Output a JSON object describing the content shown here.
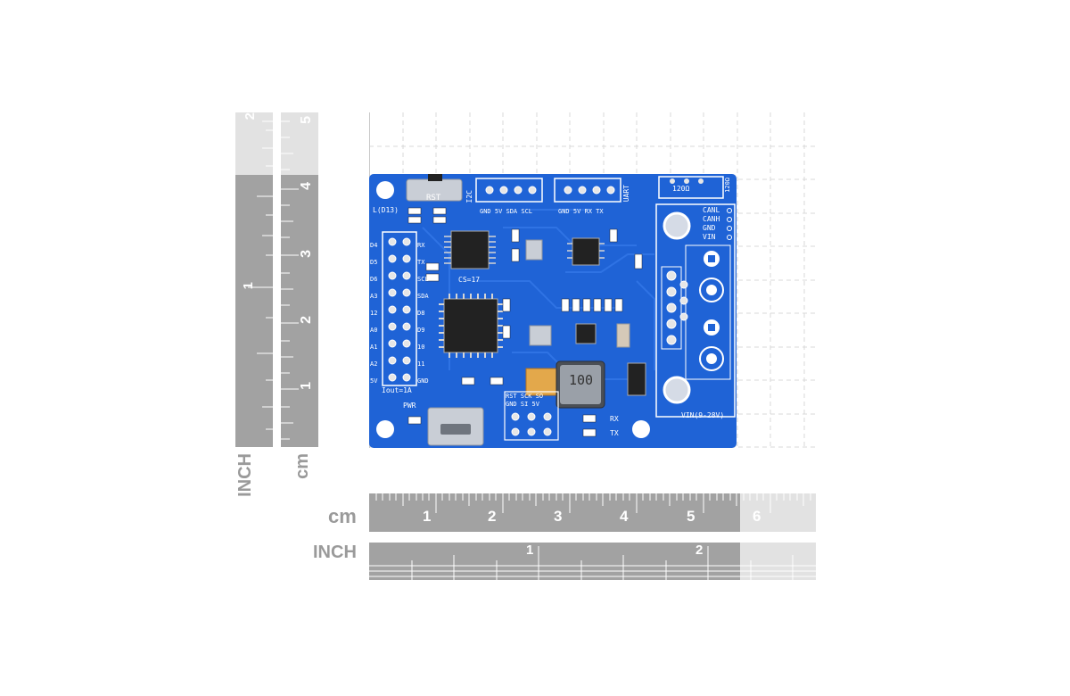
{
  "rulers": {
    "left_inch_unit": "INCH",
    "left_cm_unit": "cm",
    "bottom_cm_unit": "cm",
    "bottom_inch_unit": "INCH",
    "left_inch_ticks": [
      "1",
      "2"
    ],
    "left_cm_ticks": [
      "1",
      "2",
      "3",
      "4",
      "5"
    ],
    "bottom_cm_ticks": [
      "1",
      "2",
      "3",
      "4",
      "5",
      "6"
    ],
    "bottom_inch_ticks": [
      "1",
      "2"
    ]
  },
  "board": {
    "color": "#1f63d6",
    "silk_labels": {
      "rst": "RST",
      "led": "L(D13)",
      "i2c": "I2C",
      "i2c_pins": "GND 5V SDA SCL",
      "uart": "UART",
      "uart_pins": "GND 5V RX TX",
      "term": "120Ω",
      "term_v": "120Ω",
      "canl": "CANL",
      "canh": "CANH",
      "gnd": "GND",
      "vin": "VIN",
      "cs": "CS=17",
      "inductor": "100",
      "iout": "Iout=1A",
      "pwr": "PWR",
      "vin_range": "VIN(9-28V)",
      "rx": "RX",
      "tx": "TX",
      "icsp_top": "RST SCK SO",
      "icsp_bot": "GND SI 5V"
    },
    "left_header_labels": [
      "D4",
      "D5",
      "D6",
      "A3",
      "12",
      "A0",
      "A1",
      "A2",
      "5V"
    ],
    "right_header_labels": [
      "RX",
      "TX",
      "SCL",
      "SDA",
      "D8",
      "D9",
      "10",
      "11",
      "GND"
    ]
  }
}
